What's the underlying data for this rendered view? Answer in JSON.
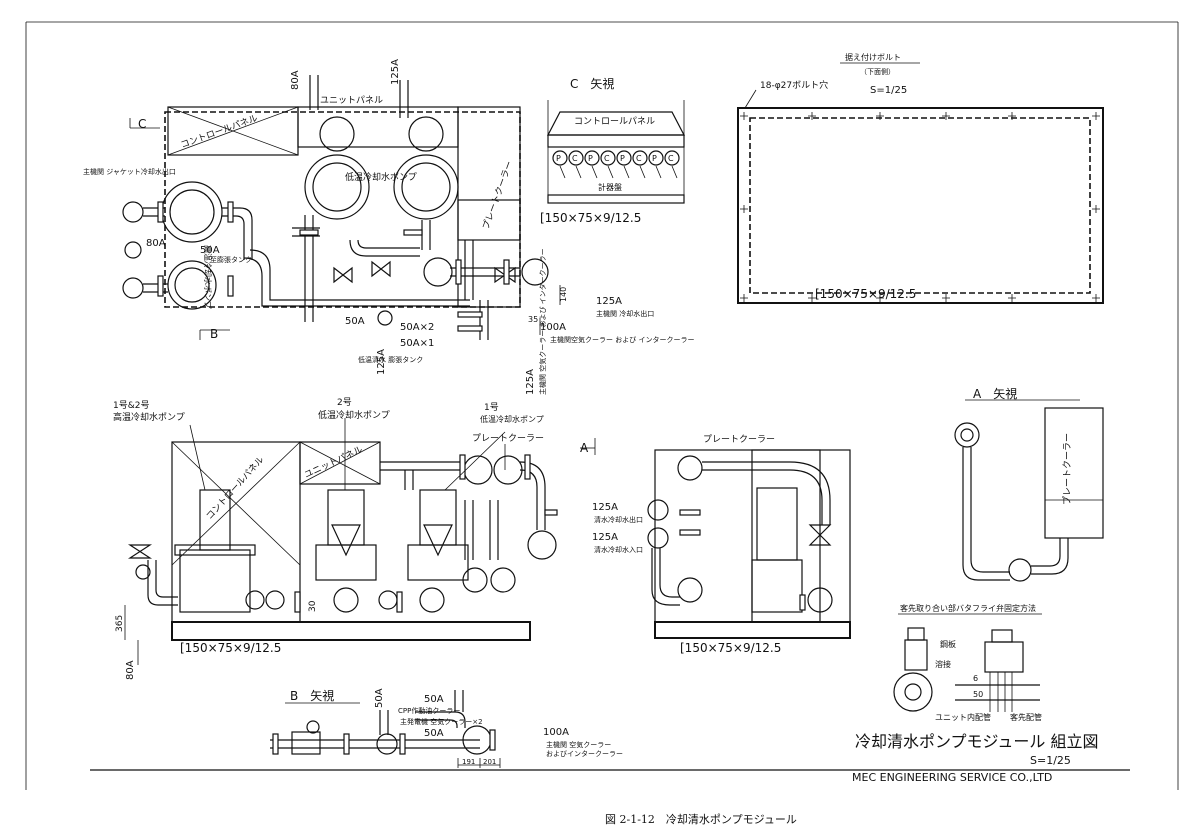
{
  "plan": {
    "c_marker": "C",
    "b_marker": "B",
    "pipe_80a": "80A",
    "pipe_125a_top": "125A",
    "unit_panel": "ユニットパネル",
    "control_panel": "コントロールパネル",
    "low_temp_pump": "低温冷却水ポンプ",
    "plate_cooler": "プレートクーラー",
    "jacket_outlet": "主機関 ジャケット冷却水出口",
    "high_temp_label": "高温冷却水ポンプ",
    "pipe_80a_left": "80A",
    "pipe_50a_left": "50A",
    "expansion_tank": "至膨張タンク",
    "pipe_50a_bottom": "50A",
    "pipe_50ax2": "50A×2",
    "pipe_50ax1": "50A×1",
    "pipe_125a_bottom": "125A",
    "low_temp_tank": "低温清水 膨張タンク",
    "pipe_125a_right": "125A",
    "pipe_100a": "100A",
    "dim_35": "35",
    "dim_140": "140",
    "cooler_outlet": "主機関 冷却水出口",
    "air_cooler_note": "主機関空気クーラー および インタークーラー",
    "vertical_label": "主機関 空気クーラー および インタークーラー"
  },
  "c_view": {
    "title": "C　矢視",
    "panel_label": "コントロールパネル",
    "gauge_board": "計器盤",
    "gauges": [
      "P",
      "C",
      "P",
      "C",
      "P",
      "C",
      "P",
      "C"
    ],
    "channel": "[150×75×9/12.5"
  },
  "base_view": {
    "bolt_title": "据え付けボルト",
    "bolt_sub": "（下面側）",
    "bolt_hole": "18-φ27ボルト穴",
    "scale": "S=1/25",
    "channel": "[150×75×9/12.5"
  },
  "elevation": {
    "pump12_label_1": "1号&2号",
    "pump12_label_2": "高温冷却水ポンプ",
    "pump2_label_1": "2号",
    "pump2_label_2": "低温冷却水ポンプ",
    "pump1_label_1": "1号",
    "pump1_label_2": "低温冷却水ポンプ",
    "plate_cooler": "プレートクーラー",
    "control_panel": "コントロールパネル",
    "unit_panel": "ユニットパネル",
    "a_marker": "A",
    "dim_365": "365",
    "dim_30": "30",
    "pipe_80a": "80A",
    "channel": "[150×75×9/12.5"
  },
  "side_view": {
    "plate_cooler": "プレートクーラー",
    "pipe_125a_1": "125A",
    "pipe_125a_1_note": "清水冷却水出口",
    "pipe_125a_2": "125A",
    "pipe_125a_2_note": "清水冷却水入口",
    "channel": "[150×75×9/12.5"
  },
  "a_view": {
    "title": "A　矢視",
    "plate_cooler": "プレートクーラー"
  },
  "b_view": {
    "title": "B　矢視",
    "pipe_50a_v": "50A",
    "pipe_50a_1": "50A",
    "cpp_note": "CPP作動油クーラー",
    "aux_note": "主発電機 空気クーラー×2",
    "pipe_50a_2": "50A",
    "dim_191": "191",
    "dim_201": "201",
    "pipe_100a": "100A",
    "pipe_100a_note1": "主機関 空気クーラー",
    "pipe_100a_note2": "およびインタークーラー"
  },
  "detail": {
    "title": "客先取り合い部バタフライ弁固定方法",
    "part1": "鋼板",
    "part2": "溶接",
    "inner_pipe": "ユニット内配管",
    "customer_pipe": "客先配管",
    "dim_6": "6",
    "dim_50": "50"
  },
  "title_block": {
    "title": "冷却清水ポンプモジュール 組立図",
    "scale": "S=1/25",
    "company": "MEC ENGINEERING SERVICE CO.,LTD"
  },
  "caption": "図 2-1-12　冷却清水ポンプモジュール"
}
